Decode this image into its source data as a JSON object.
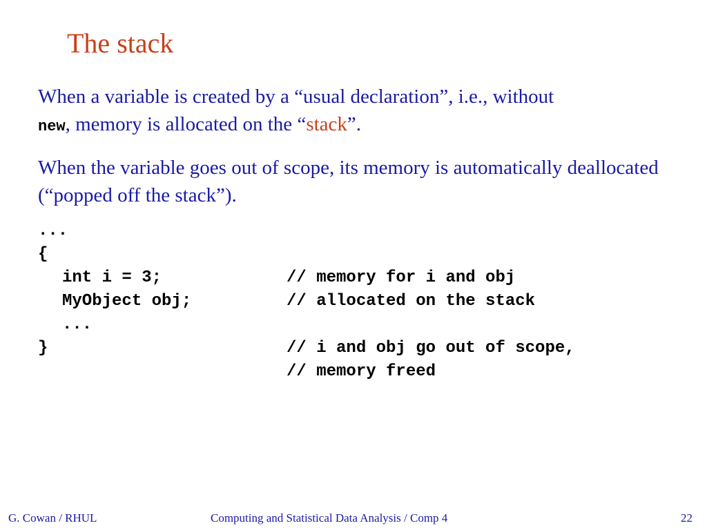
{
  "slide": {
    "title": "The stack",
    "para1": {
      "text_a": "When a variable is created by a “usual declaration”, i.e., without ",
      "keyword": "new",
      "text_b": ", memory is allocated on the “",
      "highlight": "stack",
      "text_c": "”."
    },
    "para2": "When the variable goes out of scope, its memory is automatically deallocated (“popped off the stack”).",
    "code": {
      "line1": "...",
      "line2": "{",
      "line3_code": "int i = 3;",
      "line3_comment": "// memory for i and obj",
      "line4_code": "MyObject obj;",
      "line4_comment": "// allocated on the stack",
      "line5": "...",
      "line6_code": "}",
      "line6_comment": "// i and obj go out of scope,",
      "line7_comment": "// memory freed"
    },
    "footer": {
      "author": "G. Cowan / RHUL",
      "course": "Computing and Statistical Data Analysis / Comp 4",
      "page": "22"
    },
    "colors": {
      "title": "#c8401a",
      "body_text": "#1a1aa6",
      "code": "#000000"
    }
  }
}
